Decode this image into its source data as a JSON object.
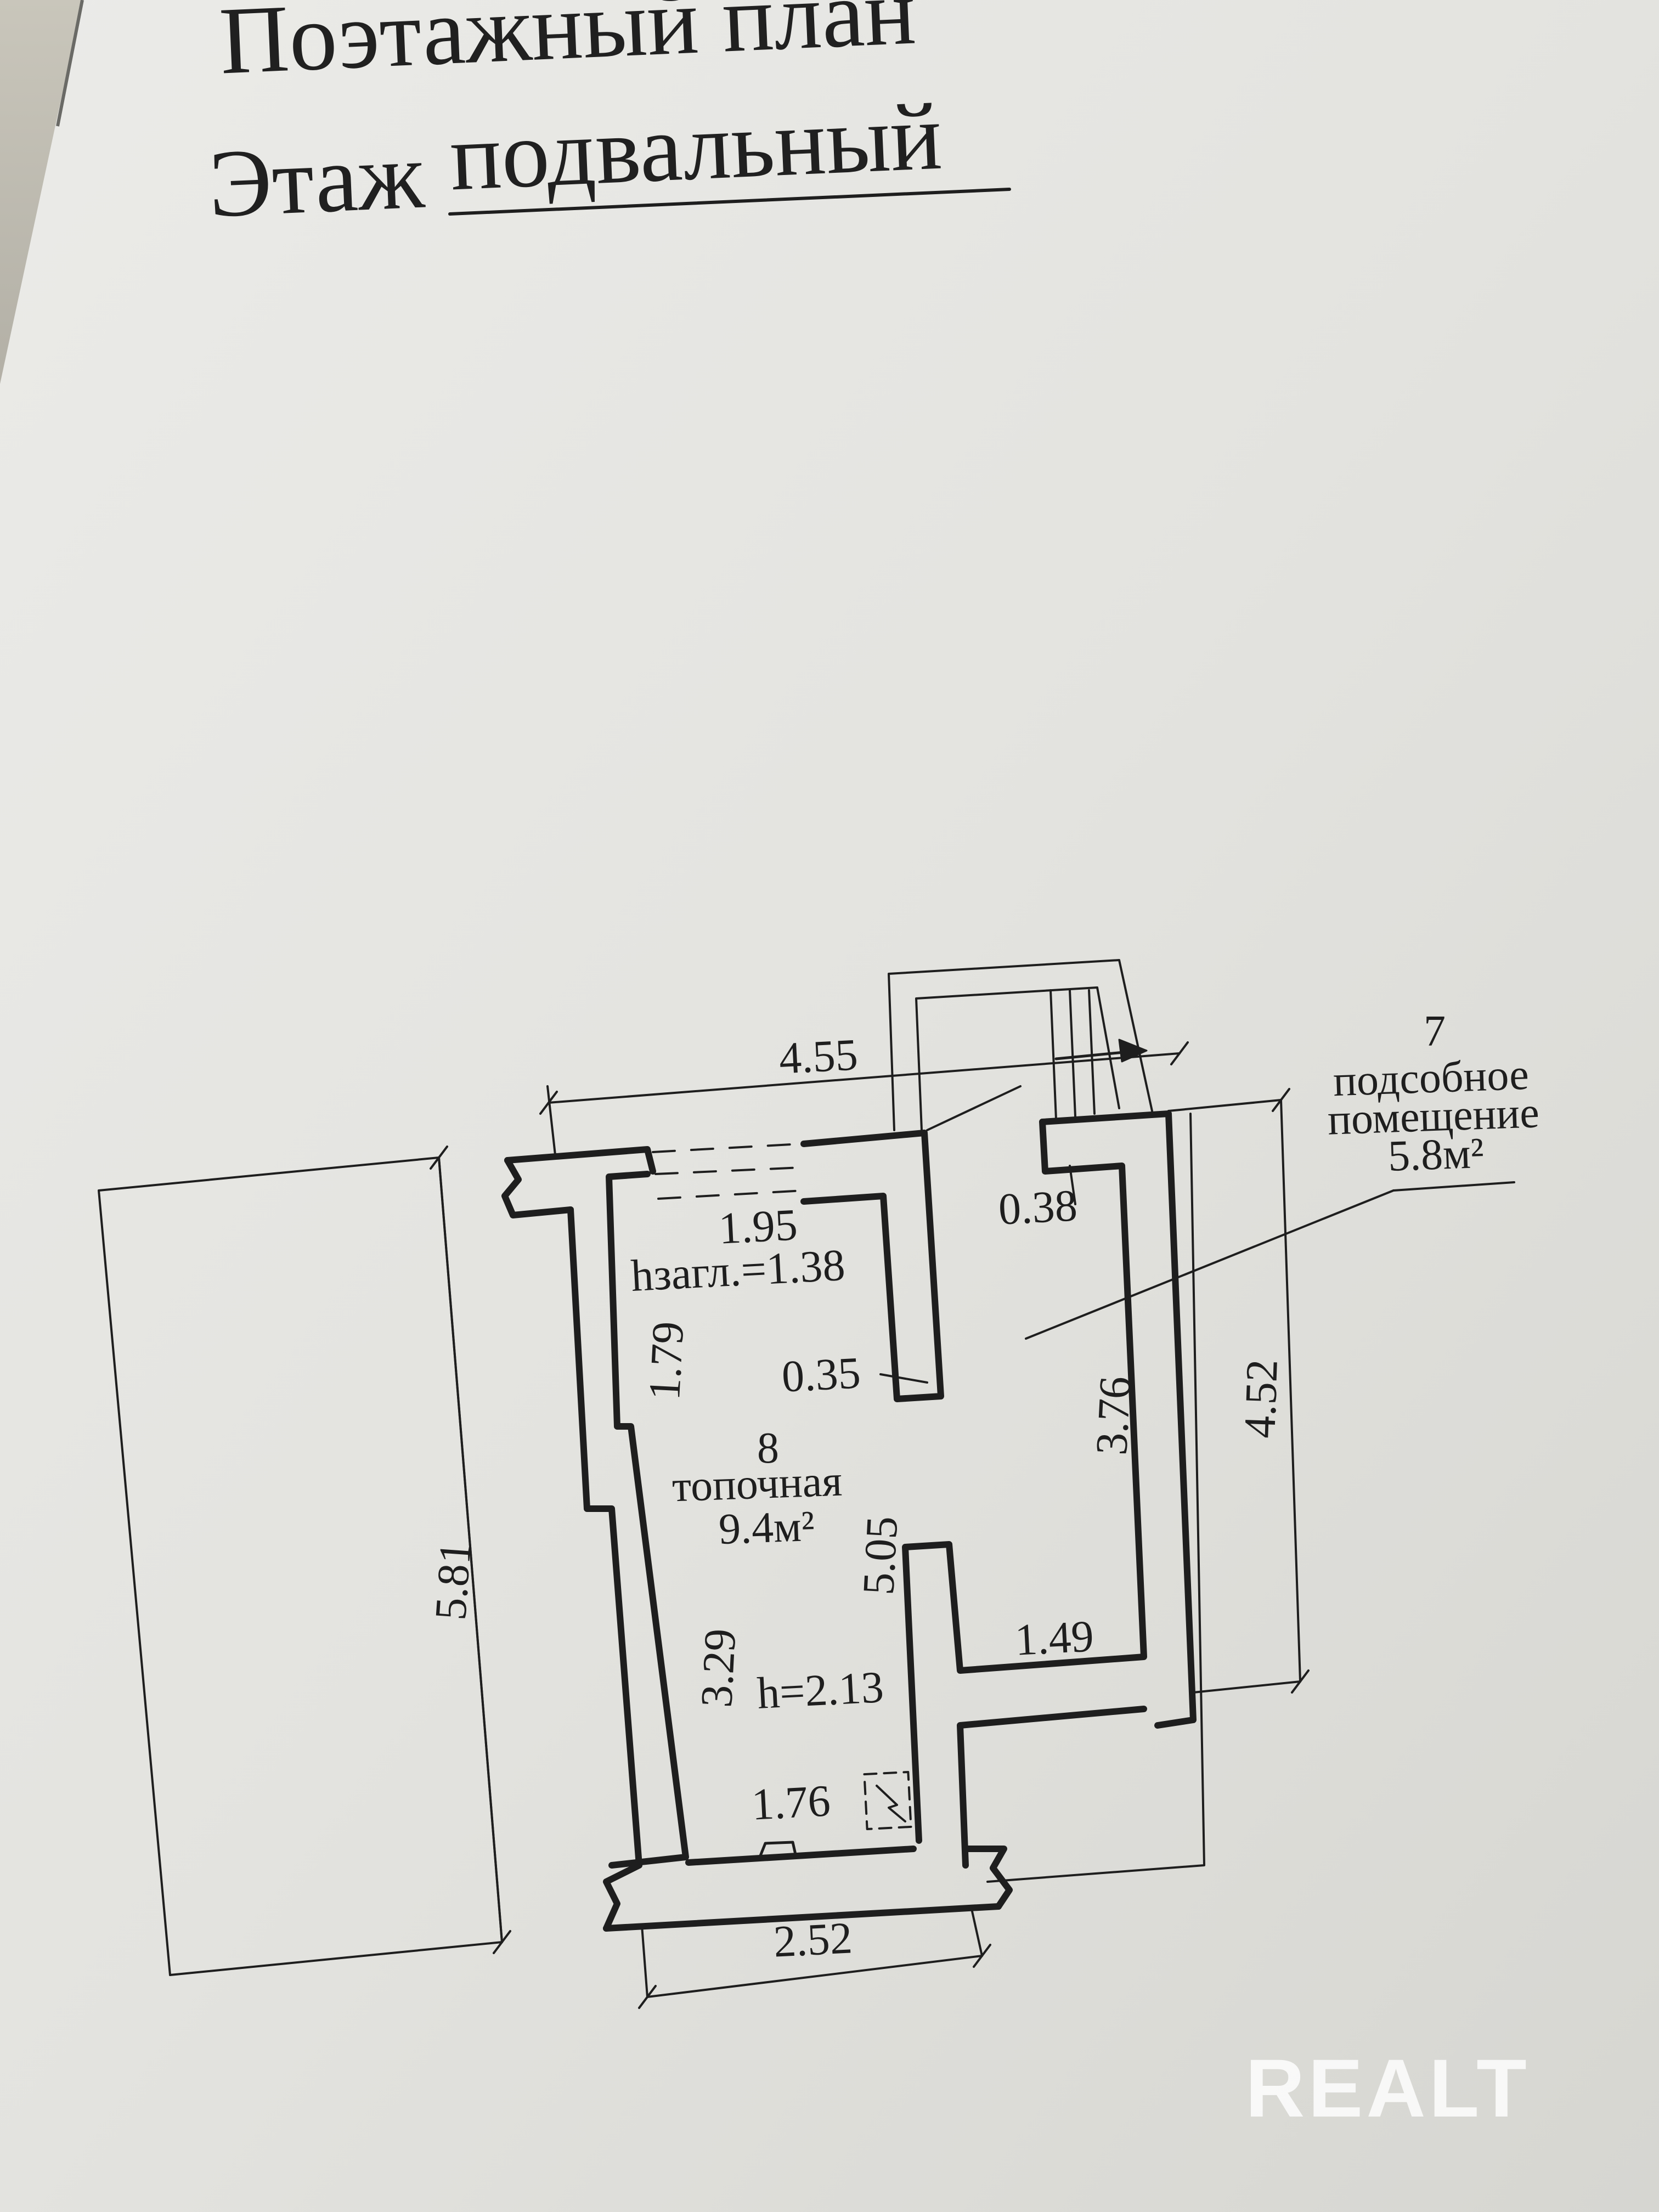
{
  "header": {
    "title_line1": "Поэтажный план",
    "title_line2_prefix": "Этаж",
    "title_line2_value": "подвальный"
  },
  "rooms": [
    {
      "number": "7",
      "name_line1": "подсобное",
      "name_line2": "помещение",
      "area": "5.8м²"
    },
    {
      "number": "8",
      "name": "топочная",
      "area": "9.4м²"
    }
  ],
  "dimensions": {
    "overall_top": "4.55",
    "overall_left": "5.81",
    "overall_right": "4.52",
    "bottom": "2.52",
    "room8_top": "1.95",
    "room8_depth": "hзагл.=1.38",
    "room8_left_upper": "1.79",
    "room8_left_lower": "3.29",
    "room8_partition": "0.35",
    "room8_height": "5.05",
    "room8_ceiling": "h=2.13",
    "room8_bottom": "1.76",
    "room7_top": "0.38",
    "room7_right": "3.76",
    "room7_bottom": "1.49"
  },
  "watermark": "REALT",
  "colors": {
    "ink": "#1e1e1e",
    "paper": "#e8e8e4"
  }
}
